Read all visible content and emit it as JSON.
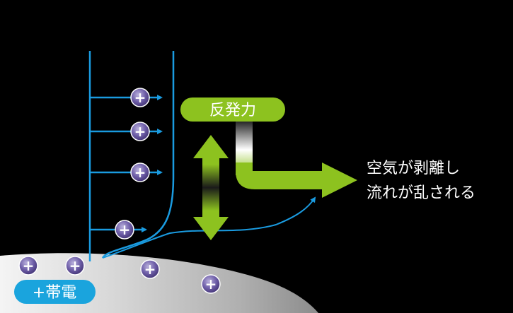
{
  "labels": {
    "repulsion": "反発力",
    "separation_line1": "空気が剥離し",
    "separation_line2": "流れが乱される",
    "charge": "+帯電"
  },
  "symbols": {
    "plus": "+"
  },
  "icons": {
    "charge_particle": "plus-charge-icon",
    "double_arrow": "double-arrow-icon",
    "bent_arrow": "bent-arrow-icon"
  },
  "colors": {
    "background": "#000000",
    "flow_blue": "#1a9be0",
    "charge_badge": "#1aa4dd",
    "green": "#8dc21f",
    "particle_purple": "#6a5aa0",
    "surface_light": "#f2f2f2",
    "surface_dark": "#8a8a8a",
    "text_white": "#ffffff"
  }
}
